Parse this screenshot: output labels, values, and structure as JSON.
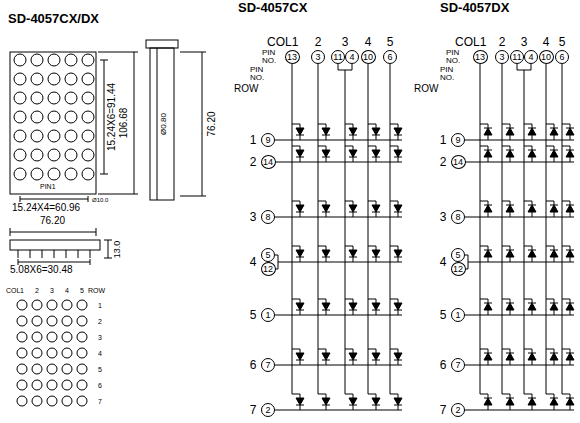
{
  "diagram": {
    "title": "SD-4057CX/DX",
    "nodes": [
      {
        "text": [
          "13"
        ]
      },
      {
        "text": [
          "3"
        ]
      },
      {
        "text": [
          "11"
        ]
      },
      {
        "text": [
          "4"
        ]
      },
      {
        "text": [
          "10"
        ]
      },
      {
        "text": [
          "6"
        ]
      },
      {
        "text": [
          "9"
        ]
      },
      {
        "text": [
          "14"
        ]
      },
      {
        "text": [
          "8"
        ]
      },
      {
        "text": [
          "5"
        ]
      },
      {
        "text": [
          "12"
        ]
      },
      {
        "text": [
          "1"
        ]
      },
      {
        "text": [
          "7"
        ]
      },
      {
        "text": [
          "2"
        ]
      },
      {
        "text": [
          "13"
        ]
      },
      {
        "text": [
          "3"
        ]
      },
      {
        "text": [
          "11"
        ]
      },
      {
        "text": [
          "4"
        ]
      },
      {
        "text": [
          "10"
        ]
      },
      {
        "text": [
          "6"
        ]
      },
      {
        "text": [
          "9"
        ]
      },
      {
        "text": [
          "14"
        ]
      },
      {
        "text": [
          "8"
        ]
      },
      {
        "text": [
          "5"
        ]
      },
      {
        "text": [
          "12"
        ]
      },
      {
        "text": [
          "1"
        ]
      },
      {
        "text": [
          "7"
        ]
      },
      {
        "text": [
          "2"
        ]
      }
    ],
    "labels": [
      "SD-4057CX",
      "SD-4057DX",
      "15.24X6=91.44",
      "106.68",
      "Ø0.80",
      "76.20",
      "PIN1",
      "15.24X4=60.96",
      "Ø10.0",
      "76.20",
      "13.0",
      "5.08X6=30.48",
      "COL",
      "1",
      "2",
      "3",
      "4",
      "5",
      "ROW",
      "1",
      "2",
      "3",
      "4",
      "5",
      "6",
      "7",
      "COL1",
      "2",
      "3",
      "4",
      "5",
      "PIN",
      "NO.",
      "PIN",
      "NO.",
      "ROW",
      "1",
      "2",
      "3",
      "4",
      "5",
      "6",
      "7",
      "ROW",
      "COL1",
      "2",
      "3",
      "4",
      "5",
      "PIN",
      "NO.",
      "PIN",
      "NO.",
      "1",
      "2",
      "3",
      "4",
      "5",
      "6",
      "7"
    ]
  }
}
